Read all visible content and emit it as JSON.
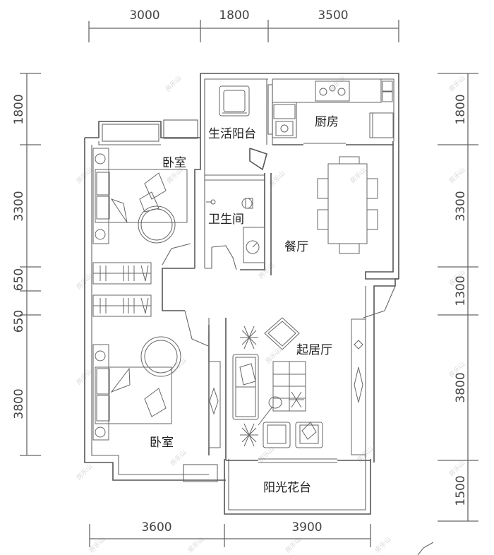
{
  "plan": {
    "type": "apartment floor plan",
    "dimensions_top": [
      "3000",
      "1800",
      "3500"
    ],
    "dimensions_bottom": [
      "3600",
      "3900"
    ],
    "dimensions_left": [
      "1800",
      "3300",
      "650",
      "650",
      "3800"
    ],
    "dimensions_right": [
      "1800",
      "3300",
      "1300",
      "3800",
      "1500"
    ],
    "rooms": {
      "utility_balcony": "生活阳台",
      "kitchen": "厨房",
      "bedroom_north": "卧室",
      "bathroom": "卫生间",
      "dining": "餐厅",
      "living": "起居厅",
      "bedroom_south": "卧室",
      "sun_terrace": "阳光花台"
    },
    "watermark": "房乐山"
  }
}
